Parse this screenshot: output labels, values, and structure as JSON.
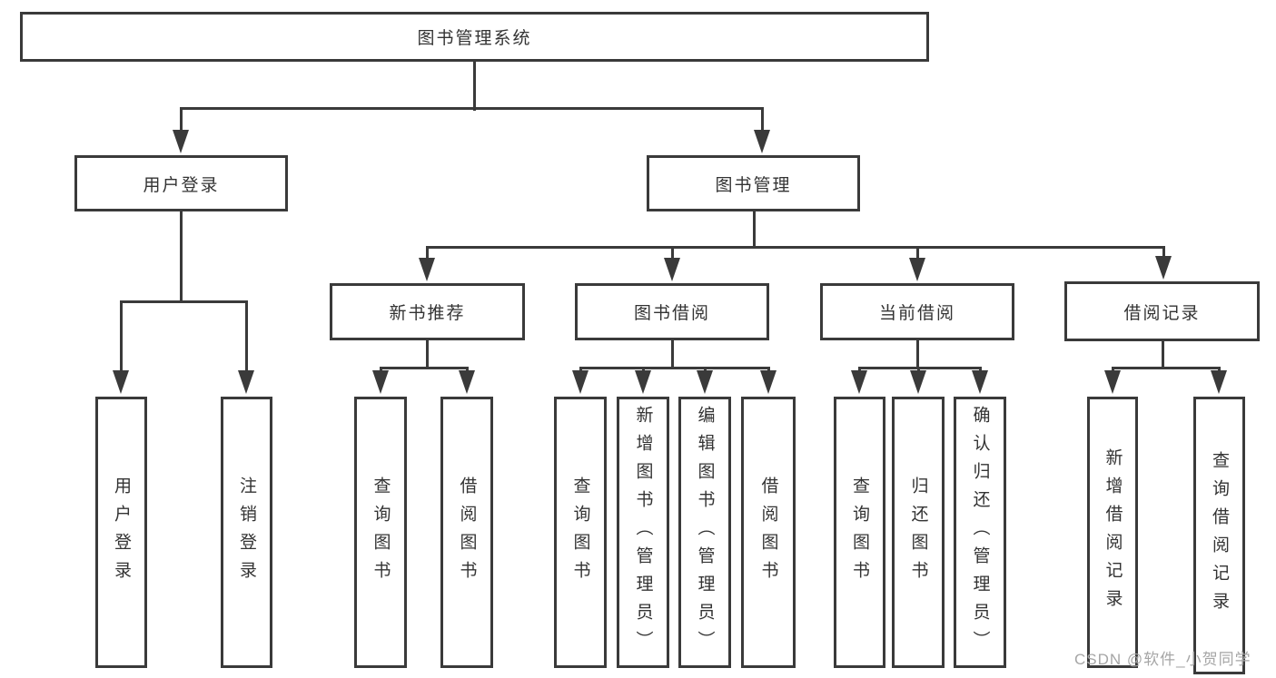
{
  "diagram": {
    "title": "图书管理系统",
    "colors": {
      "line": "#3a3a3a",
      "text": "#333333",
      "box_background": "#ffffff",
      "watermark": "#a6a6a6"
    },
    "nodes": [
      {
        "id": "root",
        "label": "图书管理系统",
        "parent": null
      },
      {
        "id": "user-login",
        "label": "用户登录",
        "parent": "root"
      },
      {
        "id": "book-management",
        "label": "图书管理",
        "parent": "root"
      },
      {
        "id": "new-book-recommend",
        "label": "新书推荐",
        "parent": "book-management"
      },
      {
        "id": "book-borrowing",
        "label": "图书借阅",
        "parent": "book-management"
      },
      {
        "id": "current-borrowing",
        "label": "当前借阅",
        "parent": "book-management"
      },
      {
        "id": "borrowing-records",
        "label": "借阅记录",
        "parent": "book-management"
      },
      {
        "id": "leaf-user-login",
        "label": "用户登录",
        "parent": "user-login"
      },
      {
        "id": "leaf-logout",
        "label": "注销登录",
        "parent": "user-login"
      },
      {
        "id": "leaf-query-books-1",
        "label": "查询图书",
        "parent": "new-book-recommend"
      },
      {
        "id": "leaf-borrow-books-1",
        "label": "借阅图书",
        "parent": "new-book-recommend"
      },
      {
        "id": "leaf-query-books-2",
        "label": "查询图书",
        "parent": "book-borrowing"
      },
      {
        "id": "leaf-add-books",
        "label": "新增图书（管理员）",
        "parent": "book-borrowing"
      },
      {
        "id": "leaf-edit-books",
        "label": "编辑图书（管理员）",
        "parent": "book-borrowing"
      },
      {
        "id": "leaf-borrow-books-2",
        "label": "借阅图书",
        "parent": "book-borrowing"
      },
      {
        "id": "leaf-query-books-3",
        "label": "查询图书",
        "parent": "current-borrowing"
      },
      {
        "id": "leaf-return-books",
        "label": "归还图书",
        "parent": "current-borrowing"
      },
      {
        "id": "leaf-confirm-return",
        "label": "确认归还（管理员）",
        "parent": "current-borrowing"
      },
      {
        "id": "leaf-add-record",
        "label": "新增借阅记录",
        "parent": "borrowing-records"
      },
      {
        "id": "leaf-query-record",
        "label": "查询借阅记录",
        "parent": "borrowing-records"
      }
    ]
  },
  "watermark": {
    "text": "CSDN @软件_小贺同学"
  }
}
